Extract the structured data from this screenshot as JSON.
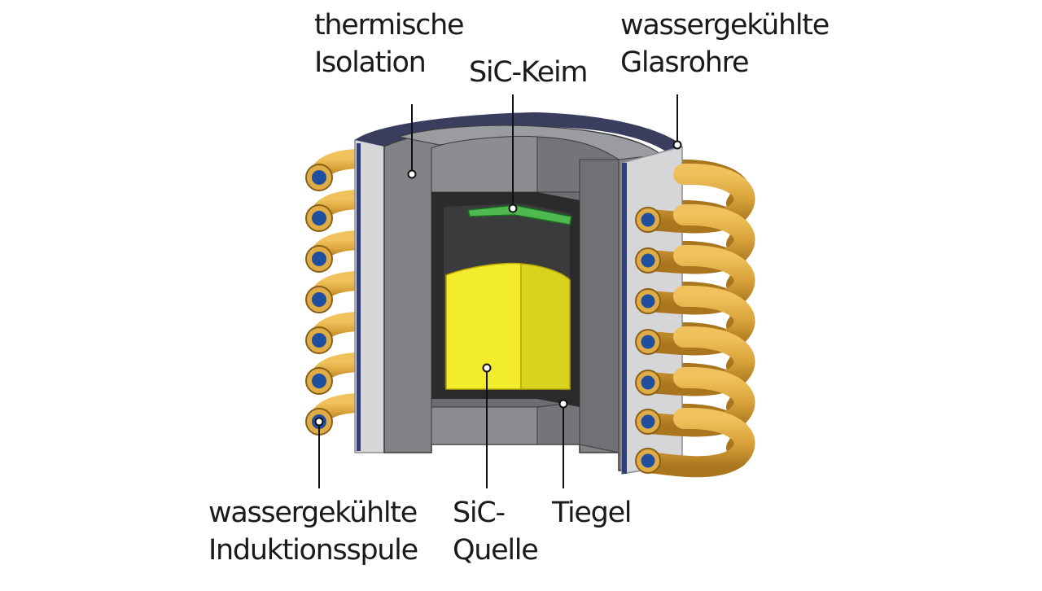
{
  "labels": {
    "thermal_insulation": {
      "line1": "thermische",
      "line2": "Isolation"
    },
    "seed": "SiC-Keim",
    "glass_tubes": {
      "line1": "wassergekühlte",
      "line2": "Glasrohre"
    },
    "induction_coil": {
      "line1": "wassergekühlte",
      "line2": "Induktionsspule"
    },
    "source": {
      "line1": "SiC-",
      "line2": "Quelle"
    },
    "crucible": "Tiegel"
  },
  "colors": {
    "copper_coil": "#d9a33a",
    "coil_bore": "#1f4f9e",
    "insulation": "#7f8183",
    "crucible": "#2b2b2b",
    "seed": "#4fb84f",
    "source": "#f0ea2a",
    "glass": "#d6d6d8",
    "leader": "#111111"
  }
}
